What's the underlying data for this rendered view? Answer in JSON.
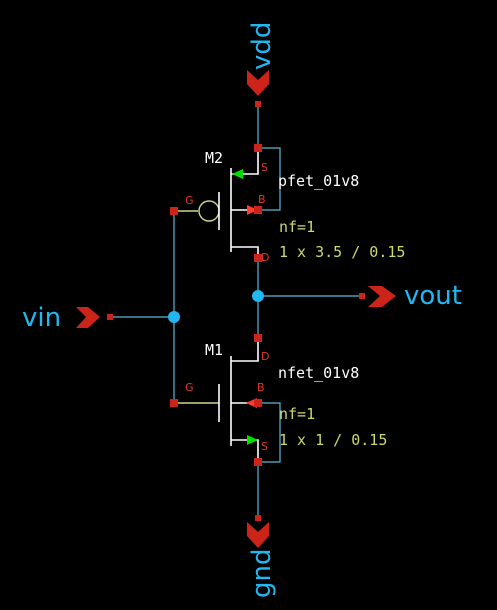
{
  "colors": {
    "background": "#000000",
    "wire": "#5ab8d8",
    "device": "#ffffff",
    "pin": "#cc2418",
    "pin_label": "#e4352b",
    "parameter": "#cfd96a",
    "net_label": "#22b7f0",
    "arrow": "#00e000"
  },
  "pins": {
    "vdd": "vdd",
    "gnd": "gnd",
    "vin": "vin",
    "vout": "vout"
  },
  "m2": {
    "instance": "M2",
    "model": "pfet_01v8",
    "nf": "nf=1",
    "size": "1 x 3.5 / 0.15",
    "terminals": {
      "gate": "G",
      "source": "S",
      "bulk": "B",
      "drain": "D"
    }
  },
  "m1": {
    "instance": "M1",
    "model": "nfet_01v8",
    "nf": "nf=1",
    "size": "1 x 1 / 0.15",
    "terminals": {
      "gate": "G",
      "source": "S",
      "bulk": "B",
      "drain": "D"
    }
  },
  "icons": [
    "pin-arrow-icon",
    "junction-dot-icon",
    "bubble-icon"
  ]
}
